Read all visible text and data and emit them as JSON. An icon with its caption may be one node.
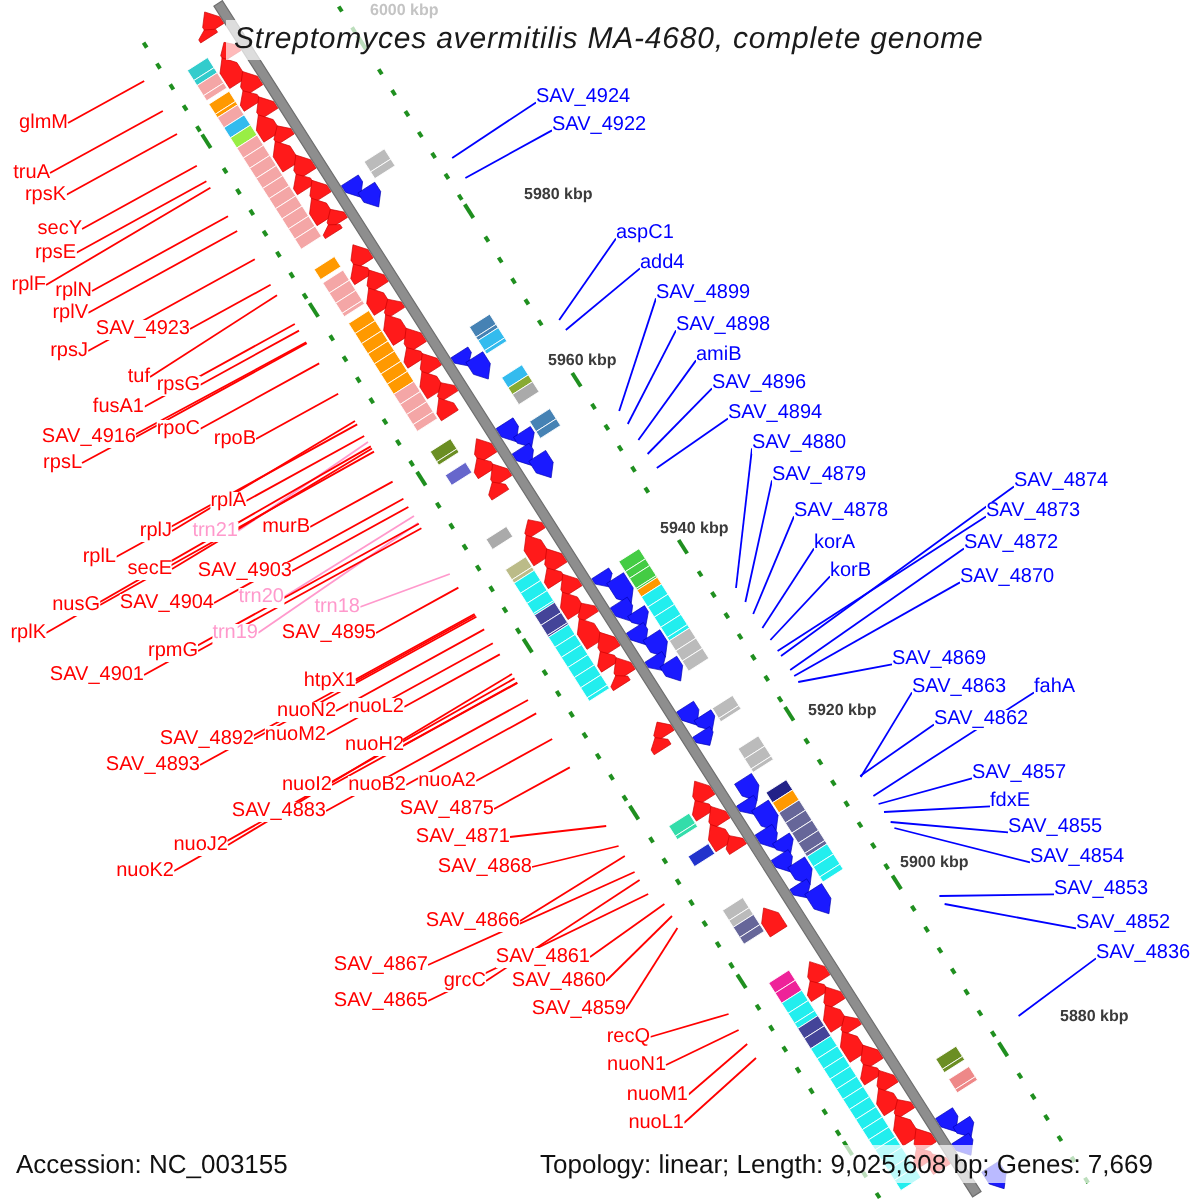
{
  "diagram": {
    "title": "Streptomyces avermitilis MA-4680, complete genome",
    "nodes": [
      {
        "text": [
          "glmM"
        ]
      },
      {
        "text": [
          "truA"
        ]
      },
      {
        "text": [
          "rpsK"
        ]
      },
      {
        "text": [
          "secY"
        ]
      },
      {
        "text": [
          "rpsE"
        ]
      },
      {
        "text": [
          "rplF"
        ]
      },
      {
        "text": [
          "rplN"
        ]
      },
      {
        "text": [
          "rplV"
        ]
      },
      {
        "text": [
          "SAV_4923"
        ]
      },
      {
        "text": [
          "rpsJ"
        ]
      },
      {
        "text": [
          "tuf"
        ]
      },
      {
        "text": [
          "rpsG"
        ]
      },
      {
        "text": [
          "fusA1"
        ]
      },
      {
        "text": [
          "SAV_4916"
        ]
      },
      {
        "text": [
          "rpoC"
        ]
      },
      {
        "text": [
          "rpsL"
        ]
      },
      {
        "text": [
          "rpoB"
        ]
      },
      {
        "text": [
          "rplA"
        ]
      },
      {
        "text": [
          "rplJ"
        ]
      },
      {
        "text": [
          "trn21"
        ]
      },
      {
        "text": [
          "murB"
        ]
      },
      {
        "text": [
          "rplL"
        ]
      },
      {
        "text": [
          "secE"
        ]
      },
      {
        "text": [
          "SAV_4903"
        ]
      },
      {
        "text": [
          "nusG"
        ]
      },
      {
        "text": [
          "SAV_4904"
        ]
      },
      {
        "text": [
          "trn20"
        ]
      },
      {
        "text": [
          "trn18"
        ]
      },
      {
        "text": [
          "rplK"
        ]
      },
      {
        "text": [
          "trn19"
        ]
      },
      {
        "text": [
          "SAV_4895"
        ]
      },
      {
        "text": [
          "rpmG"
        ]
      },
      {
        "text": [
          "SAV_4901"
        ]
      },
      {
        "text": [
          "htpX1"
        ]
      },
      {
        "text": [
          "nuoN2"
        ]
      },
      {
        "text": [
          "nuoL2"
        ]
      },
      {
        "text": [
          "SAV_4892"
        ]
      },
      {
        "text": [
          "nuoM2"
        ]
      },
      {
        "text": [
          "nuoH2"
        ]
      },
      {
        "text": [
          "SAV_4893"
        ]
      },
      {
        "text": [
          "nuoI2"
        ]
      },
      {
        "text": [
          "nuoB2"
        ]
      },
      {
        "text": [
          "nuoA2"
        ]
      },
      {
        "text": [
          "SAV_4883"
        ]
      },
      {
        "text": [
          "nuoJ2"
        ]
      },
      {
        "text": [
          "nuoK2"
        ]
      },
      {
        "text": [
          "SAV_4875"
        ]
      },
      {
        "text": [
          "SAV_4871"
        ]
      },
      {
        "text": [
          "SAV_4868"
        ]
      },
      {
        "text": [
          "SAV_4866"
        ]
      },
      {
        "text": [
          "SAV_4867"
        ]
      },
      {
        "text": [
          "grcC"
        ]
      },
      {
        "text": [
          "SAV_4861"
        ]
      },
      {
        "text": [
          "SAV_4860"
        ]
      },
      {
        "text": [
          "SAV_4865"
        ]
      },
      {
        "text": [
          "SAV_4859"
        ]
      },
      {
        "text": [
          "recQ"
        ]
      },
      {
        "text": [
          "nuoN1"
        ]
      },
      {
        "text": [
          "nuoM1"
        ]
      },
      {
        "text": [
          "nuoL1"
        ]
      },
      {
        "text": [
          "SAV_4924"
        ]
      },
      {
        "text": [
          "SAV_4922"
        ]
      },
      {
        "text": [
          "aspC1"
        ]
      },
      {
        "text": [
          "add4"
        ]
      },
      {
        "text": [
          "SAV_4899"
        ]
      },
      {
        "text": [
          "SAV_4898"
        ]
      },
      {
        "text": [
          "amiB"
        ]
      },
      {
        "text": [
          "SAV_4896"
        ]
      },
      {
        "text": [
          "SAV_4894"
        ]
      },
      {
        "text": [
          "SAV_4880"
        ]
      },
      {
        "text": [
          "SAV_4879"
        ]
      },
      {
        "text": [
          "SAV_4878"
        ]
      },
      {
        "text": [
          "korA"
        ]
      },
      {
        "text": [
          "korB"
        ]
      },
      {
        "text": [
          "SAV_4874"
        ]
      },
      {
        "text": [
          "SAV_4873"
        ]
      },
      {
        "text": [
          "SAV_4872"
        ]
      },
      {
        "text": [
          "SAV_4870"
        ]
      },
      {
        "text": [
          "SAV_4869"
        ]
      },
      {
        "text": [
          "SAV_4863"
        ]
      },
      {
        "text": [
          "fahA"
        ]
      },
      {
        "text": [
          "SAV_4862"
        ]
      },
      {
        "text": [
          "SAV_4857"
        ]
      },
      {
        "text": [
          "fdxE"
        ]
      },
      {
        "text": [
          "SAV_4855"
        ]
      },
      {
        "text": [
          "SAV_4854"
        ]
      },
      {
        "text": [
          "SAV_4853"
        ]
      },
      {
        "text": [
          "SAV_4852"
        ]
      },
      {
        "text": [
          "SAV_4836"
        ]
      }
    ],
    "edges": [
      {
        "from": 0,
        "to": null,
        "arrow": "none"
      },
      {
        "from": 1,
        "to": null,
        "arrow": "none"
      },
      {
        "from": 2,
        "to": null,
        "arrow": "none"
      },
      {
        "from": 3,
        "to": null,
        "arrow": "none"
      },
      {
        "from": 4,
        "to": null,
        "arrow": "none"
      },
      {
        "from": 5,
        "to": null,
        "arrow": "none"
      },
      {
        "from": 6,
        "to": null,
        "arrow": "none"
      },
      {
        "from": 7,
        "to": null,
        "arrow": "none"
      },
      {
        "from": 8,
        "to": null,
        "arrow": "none"
      },
      {
        "from": 9,
        "to": null,
        "arrow": "none"
      },
      {
        "from": 10,
        "to": null,
        "arrow": "none"
      },
      {
        "from": 11,
        "to": null,
        "arrow": "none"
      },
      {
        "from": 12,
        "to": null,
        "arrow": "none"
      },
      {
        "from": 13,
        "to": null,
        "arrow": "none"
      },
      {
        "from": 14,
        "to": null,
        "arrow": "none"
      },
      {
        "from": 15,
        "to": null,
        "arrow": "none"
      },
      {
        "from": 16,
        "to": null,
        "arrow": "none"
      },
      {
        "from": 17,
        "to": null,
        "arrow": "none"
      },
      {
        "from": 18,
        "to": null,
        "arrow": "none"
      },
      {
        "from": 19,
        "to": null,
        "arrow": "none",
        "color": "#ff99cc"
      },
      {
        "from": 20,
        "to": null,
        "arrow": "none"
      },
      {
        "from": 21,
        "to": null,
        "arrow": "none"
      },
      {
        "from": 22,
        "to": null,
        "arrow": "none"
      },
      {
        "from": 23,
        "to": null,
        "arrow": "none"
      },
      {
        "from": 24,
        "to": null,
        "arrow": "none"
      },
      {
        "from": 25,
        "to": null,
        "arrow": "none"
      },
      {
        "from": 26,
        "to": null,
        "arrow": "none",
        "color": "#ff99cc"
      },
      {
        "from": 27,
        "to": null,
        "arrow": "none",
        "color": "#ff99cc"
      },
      {
        "from": 28,
        "to": null,
        "arrow": "none"
      },
      {
        "from": 29,
        "to": null,
        "arrow": "none",
        "color": "#ff99cc"
      },
      {
        "from": 30,
        "to": null,
        "arrow": "none"
      },
      {
        "from": 31,
        "to": null,
        "arrow": "none"
      },
      {
        "from": 32,
        "to": null,
        "arrow": "none"
      },
      {
        "from": 33,
        "to": null,
        "arrow": "none"
      },
      {
        "from": 34,
        "to": null,
        "arrow": "none"
      },
      {
        "from": 35,
        "to": null,
        "arrow": "none"
      },
      {
        "from": 36,
        "to": null,
        "arrow": "none"
      },
      {
        "from": 37,
        "to": null,
        "arrow": "none"
      },
      {
        "from": 38,
        "to": null,
        "arrow": "none"
      },
      {
        "from": 39,
        "to": null,
        "arrow": "none"
      },
      {
        "from": 40,
        "to": null,
        "arrow": "none"
      },
      {
        "from": 41,
        "to": null,
        "arrow": "none"
      },
      {
        "from": 42,
        "to": null,
        "arrow": "none"
      },
      {
        "from": 43,
        "to": null,
        "arrow": "none"
      },
      {
        "from": 44,
        "to": null,
        "arrow": "none"
      },
      {
        "from": 45,
        "to": null,
        "arrow": "none"
      },
      {
        "from": 46,
        "to": null,
        "arrow": "none"
      },
      {
        "from": 47,
        "to": null,
        "arrow": "none"
      },
      {
        "from": 48,
        "to": null,
        "arrow": "none"
      },
      {
        "from": 49,
        "to": null,
        "arrow": "none"
      },
      {
        "from": 50,
        "to": null,
        "arrow": "none"
      },
      {
        "from": 51,
        "to": null,
        "arrow": "none"
      },
      {
        "from": 52,
        "to": null,
        "arrow": "none"
      },
      {
        "from": 53,
        "to": null,
        "arrow": "none"
      },
      {
        "from": 54,
        "to": null,
        "arrow": "none"
      },
      {
        "from": 55,
        "to": null,
        "arrow": "none"
      },
      {
        "from": 56,
        "to": null,
        "arrow": "none"
      },
      {
        "from": 57,
        "to": null,
        "arrow": "none"
      },
      {
        "from": 58,
        "to": null,
        "arrow": "none"
      },
      {
        "from": 59,
        "to": null,
        "arrow": "none"
      },
      {
        "from": 60,
        "to": null,
        "arrow": "none",
        "color": "#0000ff"
      },
      {
        "from": 61,
        "to": null,
        "arrow": "none",
        "color": "#0000ff"
      },
      {
        "from": 62,
        "to": null,
        "arrow": "none",
        "color": "#0000ff"
      },
      {
        "from": 63,
        "to": null,
        "arrow": "none",
        "color": "#0000ff"
      },
      {
        "from": 64,
        "to": null,
        "arrow": "none",
        "color": "#0000ff"
      },
      {
        "from": 65,
        "to": null,
        "arrow": "none",
        "color": "#0000ff"
      },
      {
        "from": 66,
        "to": null,
        "arrow": "none",
        "color": "#0000ff"
      },
      {
        "from": 67,
        "to": null,
        "arrow": "none",
        "color": "#0000ff"
      },
      {
        "from": 68,
        "to": null,
        "arrow": "none",
        "color": "#0000ff"
      },
      {
        "from": 69,
        "to": null,
        "arrow": "none",
        "color": "#0000ff"
      },
      {
        "from": 70,
        "to": null,
        "arrow": "none",
        "color": "#0000ff"
      },
      {
        "from": 71,
        "to": null,
        "arrow": "none",
        "color": "#0000ff"
      },
      {
        "from": 72,
        "to": null,
        "arrow": "none",
        "color": "#0000ff"
      },
      {
        "from": 73,
        "to": null,
        "arrow": "none",
        "color": "#0000ff"
      },
      {
        "from": 74,
        "to": null,
        "arrow": "none",
        "color": "#0000ff"
      },
      {
        "from": 75,
        "to": null,
        "arrow": "none",
        "color": "#0000ff"
      },
      {
        "from": 76,
        "to": null,
        "arrow": "none",
        "color": "#0000ff"
      },
      {
        "from": 77,
        "to": null,
        "arrow": "none",
        "color": "#0000ff"
      },
      {
        "from": 78,
        "to": null,
        "arrow": "none",
        "color": "#0000ff"
      },
      {
        "from": 79,
        "to": null,
        "arrow": "none",
        "color": "#0000ff"
      },
      {
        "from": 80,
        "to": null,
        "arrow": "none",
        "color": "#0000ff"
      },
      {
        "from": 81,
        "to": null,
        "arrow": "none",
        "color": "#0000ff"
      },
      {
        "from": 82,
        "to": null,
        "arrow": "none",
        "color": "#0000ff"
      },
      {
        "from": 83,
        "to": null,
        "arrow": "none",
        "color": "#0000ff"
      },
      {
        "from": 84,
        "to": null,
        "arrow": "none",
        "color": "#0000ff"
      },
      {
        "from": 85,
        "to": null,
        "arrow": "none",
        "color": "#0000ff"
      },
      {
        "from": 86,
        "to": null,
        "arrow": "none",
        "color": "#0000ff"
      },
      {
        "from": 87,
        "to": null,
        "arrow": "none",
        "color": "#0000ff"
      },
      {
        "from": 88,
        "to": null,
        "arrow": "none",
        "color": "#0000ff"
      }
    ],
    "labels": [
      "6000 kbp",
      "5980 kbp",
      "5960 kbp",
      "5940 kbp",
      "5920 kbp",
      "5900 kbp",
      "5880 kbp",
      "Accession: NC_003155",
      "Topology: linear; Length: 9,025,608 bp; Genes: 7,669"
    ]
  }
}
